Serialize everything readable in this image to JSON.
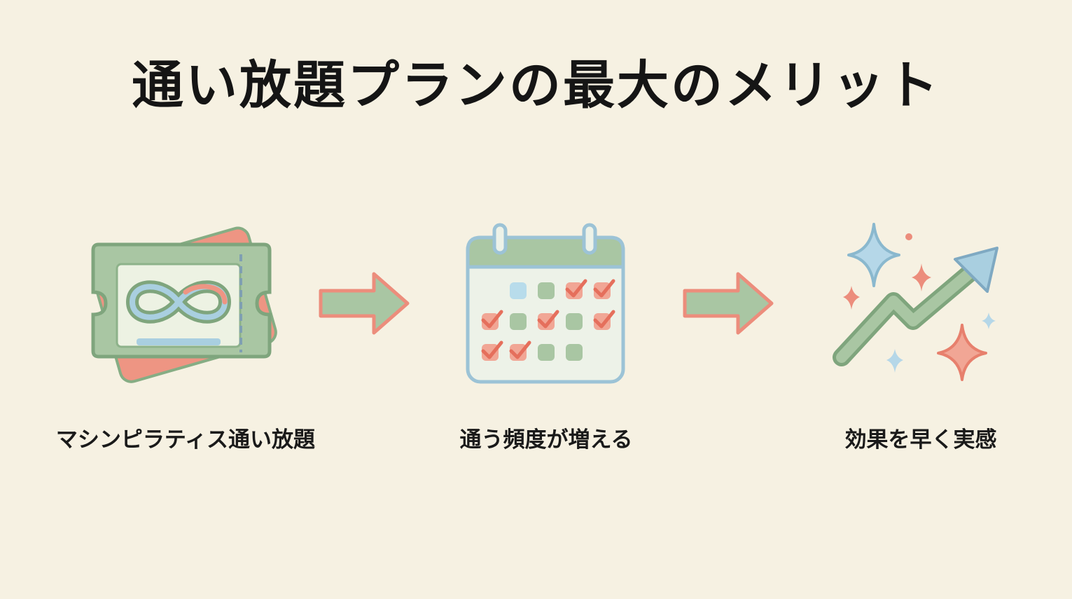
{
  "title": "通い放題プランの最大のメリット",
  "steps": [
    {
      "label": "マシンピラティス通い放題",
      "icon": "unlimited-ticket-icon"
    },
    {
      "label": "通う頻度が増える",
      "icon": "calendar-check-icon"
    },
    {
      "label": "効果を早く実感",
      "icon": "growth-sparkle-icon"
    }
  ],
  "connectors": [
    "arrow-right-icon",
    "arrow-right-icon"
  ],
  "colors": {
    "background": "#f6f1e2",
    "green": "#a9c6a3",
    "green_dark": "#7fa57d",
    "coral": "#ec8d7c",
    "blue": "#a9cfe0",
    "text": "#151515"
  }
}
